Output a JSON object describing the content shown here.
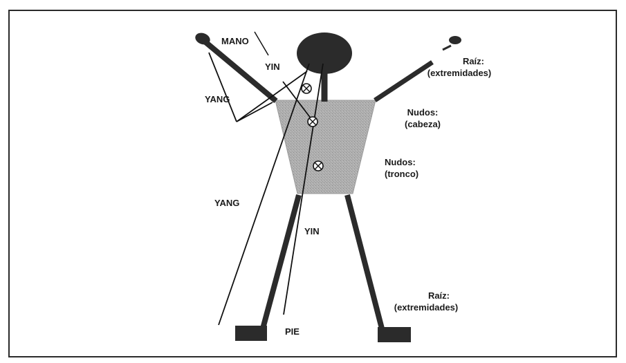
{
  "labels": {
    "mano": "MANO",
    "yin_top": "YIN",
    "yang_left": "YANG",
    "yang_lower": "YANG",
    "yin_lower": "YIN",
    "pie": "PIE",
    "raiz_upper_1": "Raíz:",
    "raiz_upper_2": "(extremidades)",
    "nudos_cabeza_1": "Nudos:",
    "nudos_cabeza_2": "(cabeza)",
    "nudos_tronco_1": "Nudos:",
    "nudos_tronco_2": "(tronco)",
    "raiz_lower_1": "Raíz:",
    "raiz_lower_2": "(extremidades)"
  },
  "colors": {
    "figure": "#2b2b2b",
    "torso": "#a9a9a9",
    "line": "#111111",
    "frame": "#2a2a2a"
  },
  "icons": {
    "point_marker": "circled-x"
  }
}
